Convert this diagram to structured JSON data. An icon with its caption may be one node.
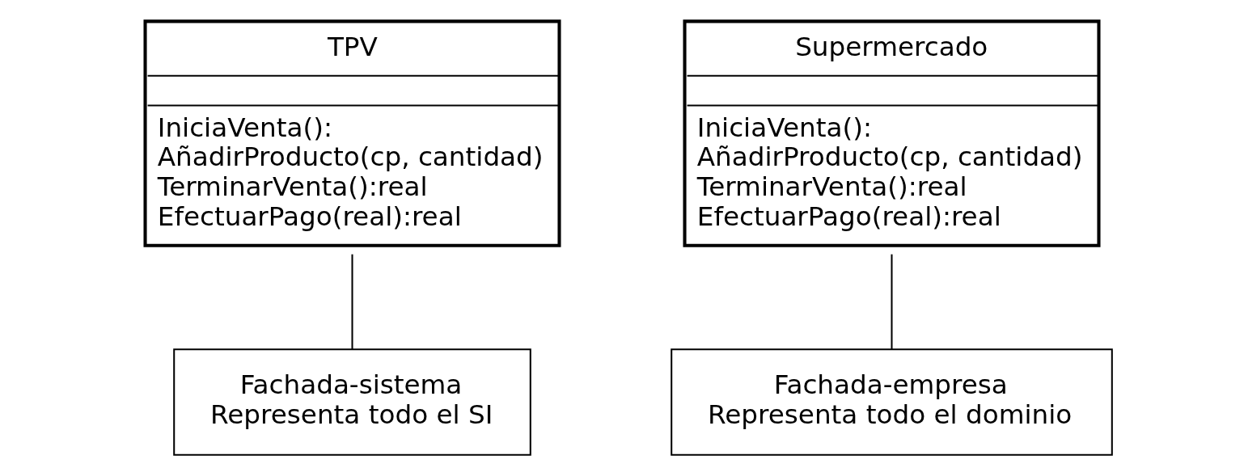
{
  "diagram": {
    "nodes": [
      {
        "text": [
          "TPV",
          "IniciaVenta():",
          "AñadirProducto(cp, cantidad)",
          "TerminarVenta():real",
          "EfectuarPago(real):real"
        ]
      },
      {
        "text": [
          "Supermercado",
          "IniciaVenta():",
          "AñadirProducto(cp, cantidad)",
          "TerminarVenta():real",
          "EfectuarPago(real):real"
        ]
      },
      {
        "text": [
          "Fachada-sistema",
          "Representa todo el SI"
        ]
      },
      {
        "text": [
          "Fachada-empresa",
          "Representa todo el dominio"
        ]
      }
    ],
    "edges": [
      {
        "from": 2,
        "to": 0,
        "arrow": "none"
      },
      {
        "from": 3,
        "to": 1,
        "arrow": "none"
      }
    ]
  }
}
